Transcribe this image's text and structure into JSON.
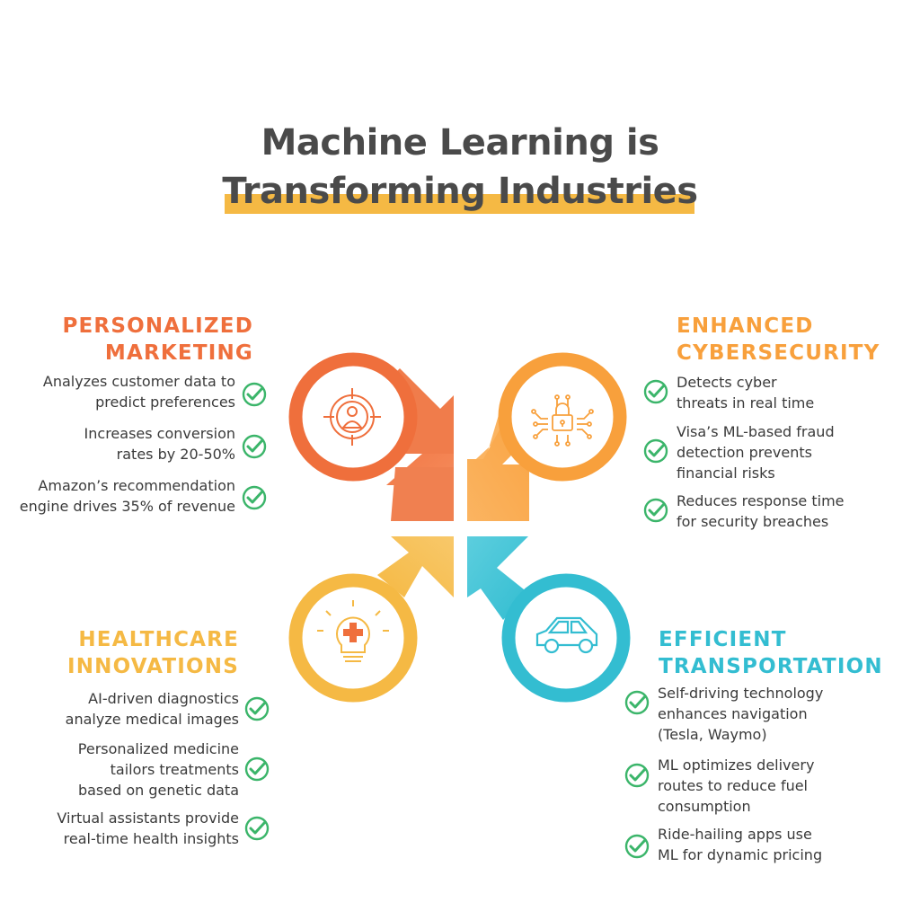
{
  "title": {
    "line1": "Machine Learning is",
    "line2": "Transforming Industries"
  },
  "colors": {
    "marketing": "#ef6f3c",
    "cybersecurity": "#f8a03c",
    "healthcare": "#f5b944",
    "transportation": "#33bdd1",
    "check": "#3bb56a",
    "highlight": "#f5b944"
  },
  "sections": {
    "marketing": {
      "title_l1": "PERSONALIZED",
      "title_l2": "MARKETING",
      "icon": "target-person-icon",
      "bullets": [
        [
          "Analyzes customer data to",
          "predict preferences"
        ],
        [
          "Increases conversion",
          "rates by 20-50%"
        ],
        [
          "Amazon’s recommendation",
          "engine drives 35% of revenue"
        ]
      ]
    },
    "cybersecurity": {
      "title_l1": "ENHANCED",
      "title_l2": "CYBERSECURITY",
      "icon": "circuit-lock-icon",
      "bullets": [
        [
          "Detects cyber",
          "threats in real time"
        ],
        [
          "Visa’s ML-based fraud",
          "detection prevents",
          "financial risks"
        ],
        [
          "Reduces response time",
          "for security breaches"
        ]
      ]
    },
    "healthcare": {
      "title_l1": "HEALTHCARE",
      "title_l2": "INNOVATIONS",
      "icon": "lightbulb-cross-icon",
      "bullets": [
        [
          "AI-driven diagnostics",
          "analyze medical images"
        ],
        [
          "Personalized medicine",
          "tailors treatments",
          "based on genetic data"
        ],
        [
          "Virtual assistants provide",
          "real-time health insights"
        ]
      ]
    },
    "transportation": {
      "title_l1": "EFFICIENT",
      "title_l2": "TRANSPORTATION",
      "icon": "car-icon",
      "bullets": [
        [
          "Self-driving technology",
          "enhances navigation",
          "(Tesla, Waymo)"
        ],
        [
          "ML optimizes delivery",
          "routes to reduce fuel",
          "consumption"
        ],
        [
          "Ride-hailing apps use",
          "ML for dynamic pricing"
        ]
      ]
    }
  }
}
